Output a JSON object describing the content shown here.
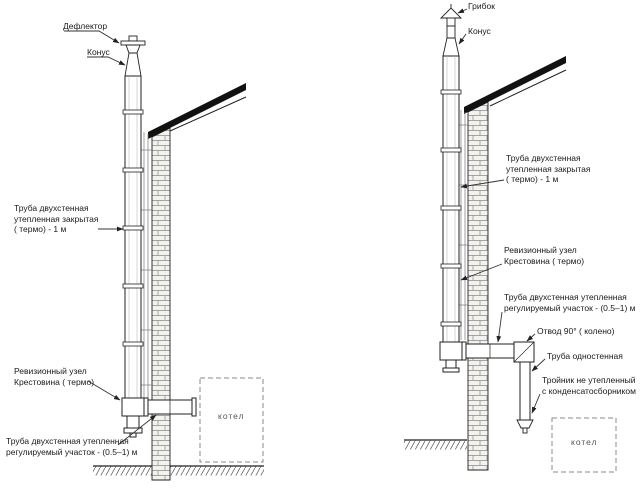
{
  "left": {
    "deflector_label": "Дефлектор",
    "cone_label": "Конус",
    "pipe_closed": {
      "l1": "Труба двухстенная",
      "l2": "утепленная закрытая",
      "l3": "( термо) - 1 м"
    },
    "revision": {
      "l1": "Ревизионный узел",
      "l2": "Крестовина ( термо)"
    },
    "adjustable": {
      "l1": "Труба двухстенная утепленная",
      "l2": "регулируемый участок - (0.5–1) м"
    },
    "boiler_label": "котел"
  },
  "right": {
    "cap_label": "Грибок",
    "cone_label": "Конус",
    "pipe_closed": {
      "l1": "Труба двухстенная",
      "l2": "утепленная закрытая",
      "l3": "( термо) - 1 м"
    },
    "revision": {
      "l1": "Ревизионный узел",
      "l2": "Крестовина ( термо)"
    },
    "adjustable": {
      "l1": "Труба двухстенная утепленная",
      "l2": "регулируемый участок - (0.5–1) м"
    },
    "elbow_label": "Отвод 90° ( колено)",
    "single_wall_label": "Труба одностенная",
    "tee": {
      "l1": "Тройник не утепленный",
      "l2": "с конденсатосборником"
    },
    "boiler_label": "котел"
  },
  "colors": {
    "line": "#222222",
    "brick_line": "#8a8a8a",
    "roof": "#111111",
    "boiler_dash": "#888888"
  }
}
